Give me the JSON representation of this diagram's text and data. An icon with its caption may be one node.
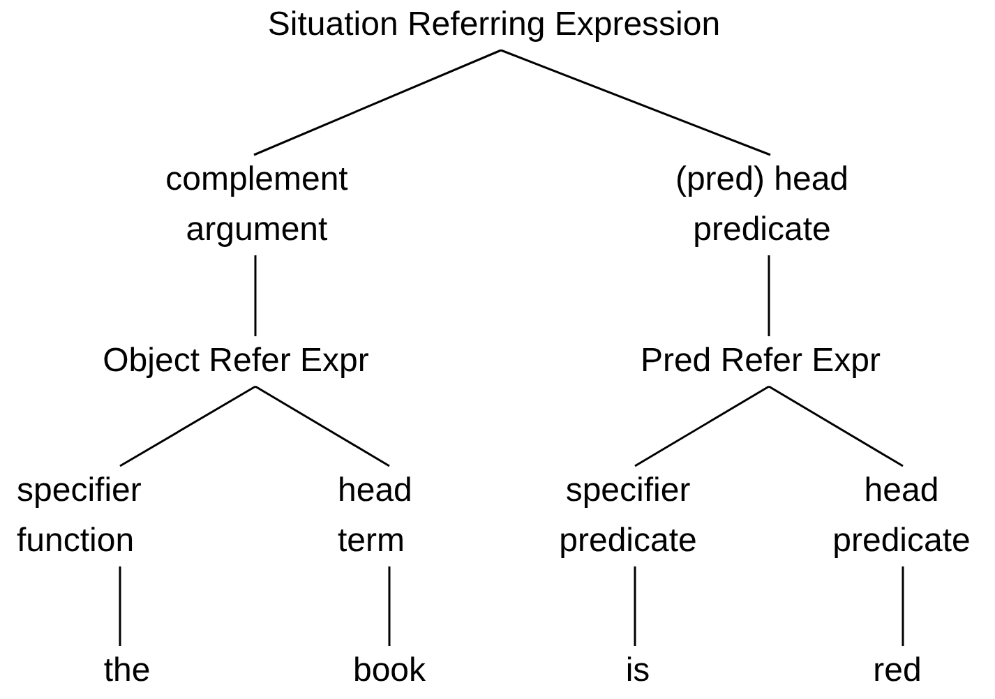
{
  "diagram": {
    "nodes": [
      {
        "text": [
          "Situation Referring Expression"
        ]
      },
      {
        "text": [
          "complement argument"
        ]
      },
      {
        "text": [
          "(pred) head predicate"
        ]
      },
      {
        "text": [
          "Object Refer Expr"
        ]
      },
      {
        "text": [
          "Pred Refer Expr"
        ]
      },
      {
        "text": [
          "specifier function"
        ]
      },
      {
        "text": [
          "head term"
        ]
      },
      {
        "text": [
          "specifier predicate"
        ]
      },
      {
        "text": [
          "head predicate"
        ]
      },
      {
        "text": [
          "the"
        ]
      },
      {
        "text": [
          "book"
        ]
      },
      {
        "text": [
          "is"
        ]
      },
      {
        "text": [
          "red"
        ]
      }
    ],
    "edges": [
      {
        "from": 0,
        "to": 1,
        "arrow": "none"
      },
      {
        "from": 0,
        "to": 2,
        "arrow": "none"
      },
      {
        "from": 1,
        "to": 3,
        "arrow": "none"
      },
      {
        "from": 2,
        "to": 4,
        "arrow": "none"
      },
      {
        "from": 3,
        "to": 5,
        "arrow": "none"
      },
      {
        "from": 3,
        "to": 6,
        "arrow": "none"
      },
      {
        "from": 4,
        "to": 7,
        "arrow": "none"
      },
      {
        "from": 4,
        "to": 8,
        "arrow": "none"
      },
      {
        "from": 5,
        "to": 9,
        "arrow": "none"
      },
      {
        "from": 6,
        "to": 10,
        "arrow": "none"
      },
      {
        "from": 7,
        "to": 11,
        "arrow": "none"
      },
      {
        "from": 8,
        "to": 12,
        "arrow": "none"
      }
    ]
  }
}
